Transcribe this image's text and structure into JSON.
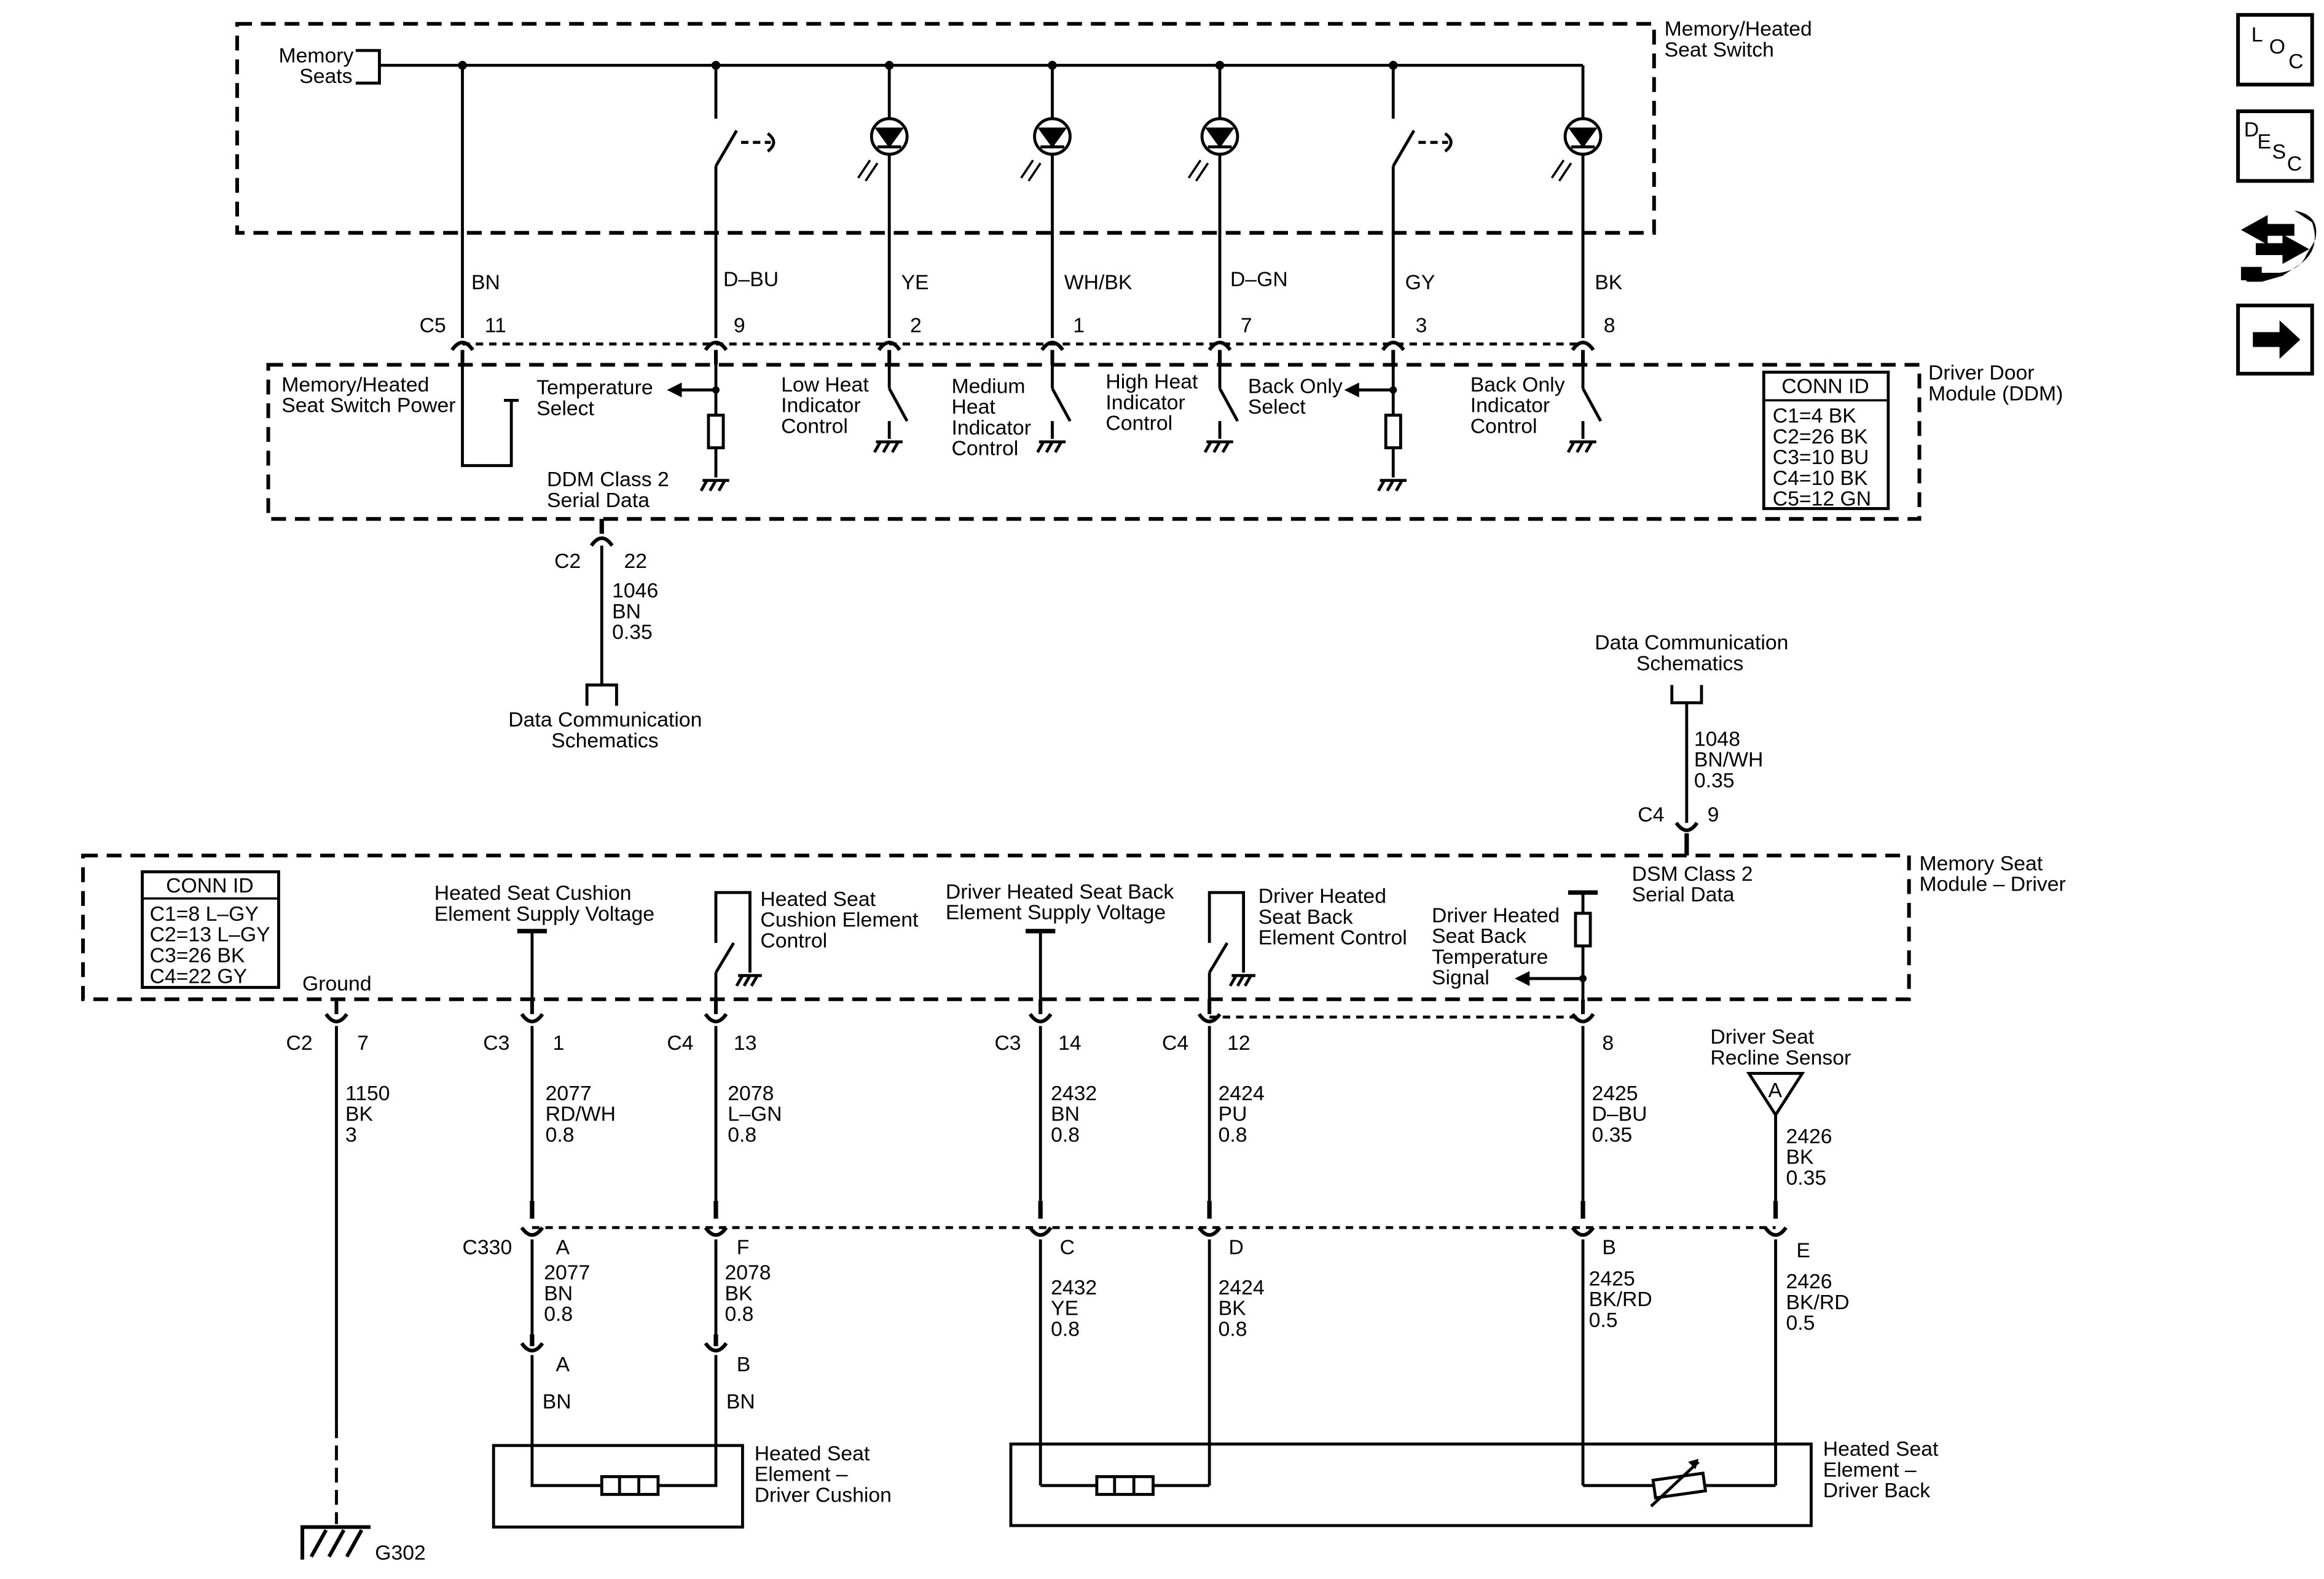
{
  "nav": {
    "loc": "L O C",
    "desc": "D E S C",
    "repair_icon": "wrench-arrows-icon",
    "next_icon": "right-arrow-icon"
  },
  "switch": {
    "name": "Memory/Heated Seat Switch",
    "memory_seats": "Memory Seats"
  },
  "ddm": {
    "name": "Driver Door Module (DDM)",
    "connector_c5": "C5",
    "wires": [
      {
        "color": "BN",
        "pin": "11"
      },
      {
        "color": "D–BU",
        "pin": "9"
      },
      {
        "color": "YE",
        "pin": "2"
      },
      {
        "color": "WH/BK",
        "pin": "1"
      },
      {
        "color": "D–GN",
        "pin": "7"
      },
      {
        "color": "GY",
        "pin": "3"
      },
      {
        "color": "BK",
        "pin": "8"
      }
    ],
    "labels": {
      "switch_power": "Memory/Heated Seat Switch Power",
      "temp_select": "Temperature Select",
      "low_heat": "Low Heat Indicator Control",
      "medium_heat": "Medium Heat Indicator Control",
      "high_heat": "High Heat Indicator Control",
      "back_select": "Back Only Select",
      "back_indicator": "Back Only Indicator Control",
      "serial_data": "DDM Class 2 Serial Data"
    },
    "conn_id": {
      "title": "CONN ID",
      "rows": [
        "C1=4 BK",
        "C2=26 BK",
        "C3=10 BU",
        "C4=10 BK",
        "C5=12 GN"
      ]
    },
    "serial_conn": {
      "connector": "C2",
      "pin": "22",
      "circuit": "1046",
      "color": "BN",
      "gauge": "0.35"
    },
    "data_comm": "Data Communication Schematics"
  },
  "msm": {
    "name": "Memory Seat Module – Driver",
    "data_comm": "Data Communication Schematics",
    "serial_wire": {
      "circuit": "1048",
      "color": "BN/WH",
      "gauge": "0.35",
      "connector": "C4",
      "pin": "9"
    },
    "serial_data": "DSM Class 2 Serial Data",
    "conn_id": {
      "title": "CONN ID",
      "rows": [
        "C1=8 L–GY",
        "C2=13 L–GY",
        "C3=26 BK",
        "C4=22 GY"
      ]
    },
    "labels": {
      "ground": "Ground",
      "cushion_supply": "Heated Seat Cushion Element Supply Voltage",
      "cushion_control": "Heated Seat Cushion Element Control",
      "back_supply": "Driver Heated Seat Back Element Supply Voltage",
      "back_control": "Driver Heated Seat Back Element Control",
      "temp_signal": "Driver Heated Seat Back Temperature Signal",
      "recline_sensor": "Driver Seat Recline Sensor",
      "sensor_letter": "A"
    },
    "wires": [
      {
        "connector": "C2",
        "pin": "7",
        "circuit": "1150",
        "color": "BK",
        "gauge": "3"
      },
      {
        "connector": "C3",
        "pin": "1",
        "circuit": "2077",
        "color": "RD/WH",
        "gauge": "0.8"
      },
      {
        "connector": "C4",
        "pin": "13",
        "circuit": "2078",
        "color": "L–GN",
        "gauge": "0.8"
      },
      {
        "connector": "C3",
        "pin": "14",
        "circuit": "2432",
        "color": "BN",
        "gauge": "0.8"
      },
      {
        "connector": "C4",
        "pin": "12",
        "circuit": "2424",
        "color": "PU",
        "gauge": "0.8"
      },
      {
        "connector": "",
        "pin": "8",
        "circuit": "2425",
        "color": "D–BU",
        "gauge": "0.35"
      },
      {
        "connector": "",
        "pin": "",
        "circuit": "2426",
        "color": "BK",
        "gauge": "0.35"
      }
    ]
  },
  "c330": {
    "name": "C330",
    "pins": [
      {
        "pin": "A",
        "circuit": "2077",
        "color": "BN",
        "gauge": "0.8"
      },
      {
        "pin": "F",
        "circuit": "2078",
        "color": "BK",
        "gauge": "0.8"
      },
      {
        "pin": "C",
        "circuit": "2432",
        "color": "YE",
        "gauge": "0.8"
      },
      {
        "pin": "D",
        "circuit": "2424",
        "color": "BK",
        "gauge": "0.8"
      },
      {
        "pin": "B",
        "circuit": "2425",
        "color": "BK/RD",
        "gauge": "0.5"
      },
      {
        "pin": "E",
        "circuit": "2426",
        "color": "BK/RD",
        "gauge": "0.5"
      }
    ]
  },
  "cushion": {
    "name": "Heated Seat Element – Driver Cushion",
    "pins": [
      {
        "pin": "A",
        "color": "BN"
      },
      {
        "pin": "B",
        "color": "BN"
      }
    ]
  },
  "back": {
    "name": "Heated Seat Element – Driver Back"
  },
  "ground": {
    "name": "G302"
  }
}
